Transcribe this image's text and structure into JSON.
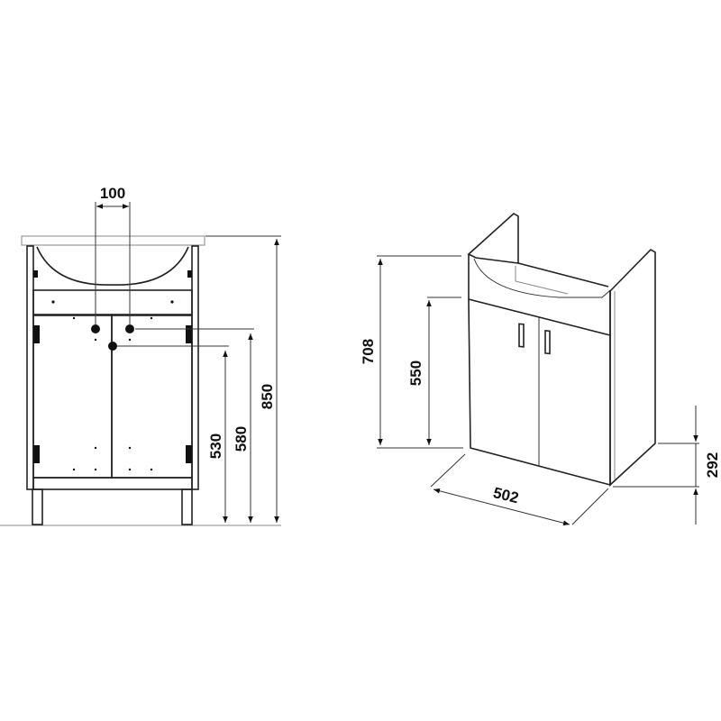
{
  "front_view": {
    "dimensions": {
      "tap_spacing": "100",
      "total_height": "850",
      "upper_outlet_height": "580",
      "lower_outlet_height": "530"
    }
  },
  "iso_view": {
    "dimensions": {
      "cabinet_height": "708",
      "door_height": "550",
      "width": "502",
      "depth": "292"
    }
  },
  "colors": {
    "line": "#222222",
    "background": "#ffffff"
  }
}
